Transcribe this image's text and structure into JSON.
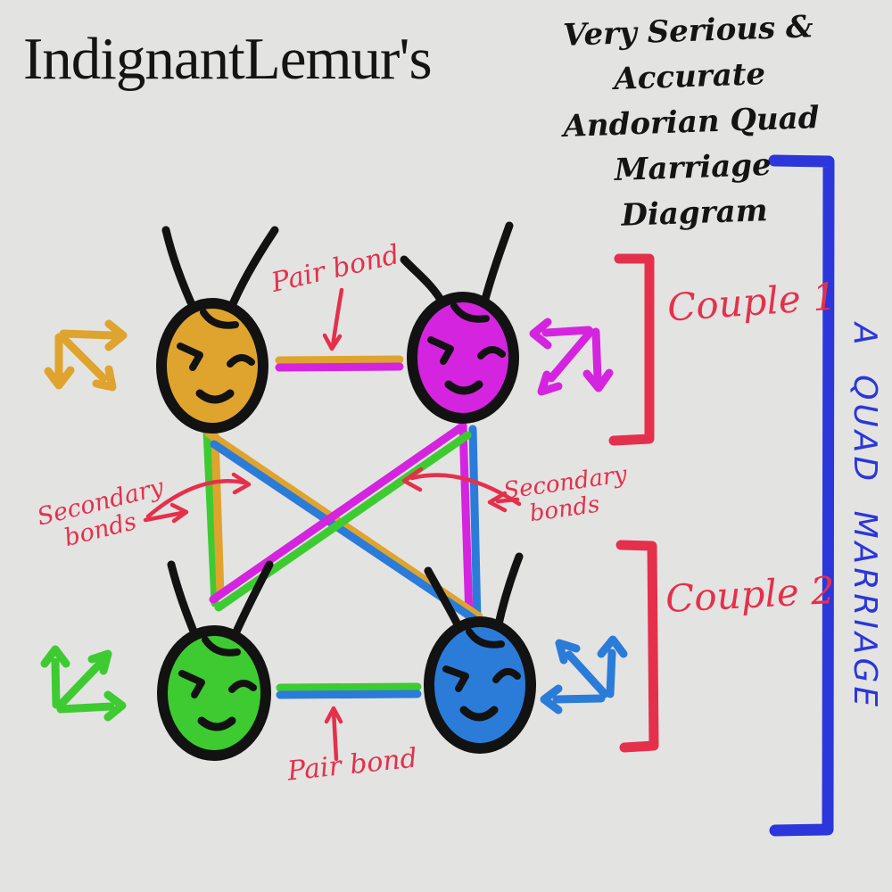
{
  "title": {
    "author": "IndignantLemur's",
    "subtitle": [
      "Very Serious & Accurate",
      "Andorian Quad Marriage",
      "Diagram"
    ]
  },
  "labels": {
    "pair_bond_top": "Pair bond",
    "pair_bond_bottom": "Pair bond",
    "secondary_bonds": {
      "line1": "Secondary",
      "line2": "bonds"
    },
    "couple1": "Couple 1",
    "couple2": "Couple 2",
    "quad_marriage": "A QUAD MARRIAGE"
  },
  "colors": {
    "background": "#e3e3e2",
    "outline": "#121212",
    "gold": "#DFA42E",
    "magenta": "#D524DF",
    "green": "#3ECB31",
    "blue": "#2B7CD9",
    "annotation_red": "#E5304B",
    "bracket_blue": "#2B36DB"
  },
  "people": [
    {
      "id": "gold",
      "position": "top-left"
    },
    {
      "id": "magenta",
      "position": "top-right"
    },
    {
      "id": "green",
      "position": "bottom-left"
    },
    {
      "id": "blue",
      "position": "bottom-right"
    }
  ],
  "bonds": {
    "pair": [
      [
        "gold",
        "magenta"
      ],
      [
        "green",
        "blue"
      ]
    ],
    "secondary": [
      [
        "gold",
        "green"
      ],
      [
        "gold",
        "blue"
      ],
      [
        "magenta",
        "green"
      ],
      [
        "magenta",
        "blue"
      ]
    ]
  }
}
